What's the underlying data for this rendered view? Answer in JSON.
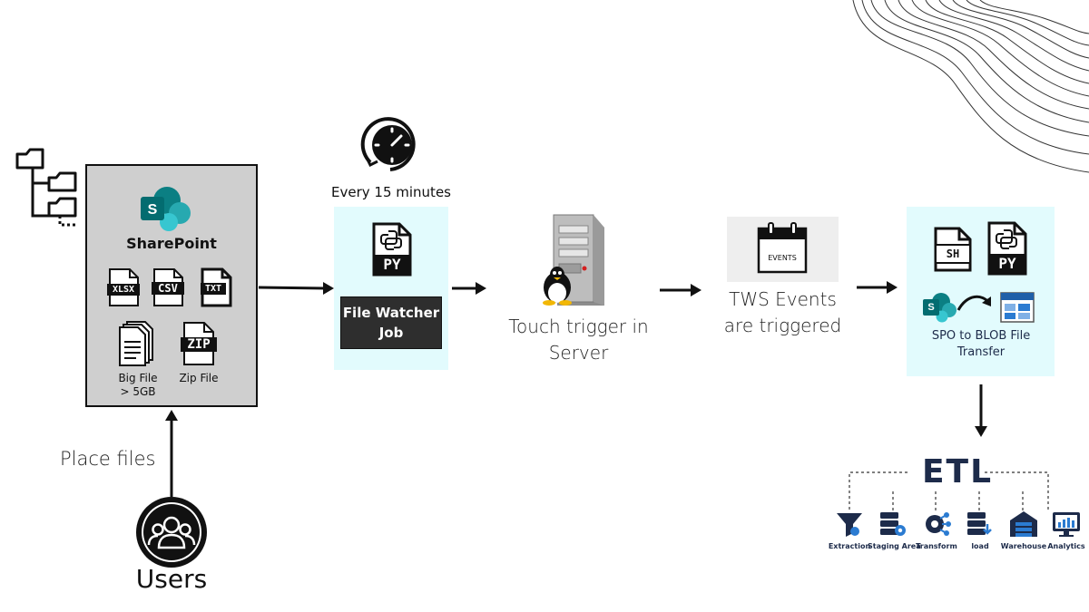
{
  "sharepoint": {
    "title": "SharePoint",
    "file_types": [
      "XLSX",
      "CSV",
      "TXT",
      "ZIP"
    ],
    "big_file_label": "Big File > 5GB",
    "zip_file_label": "Zip File"
  },
  "users": {
    "label": "Users",
    "action_label": "Place files"
  },
  "schedule": {
    "label": "Every 15 minutes"
  },
  "file_watcher": {
    "py_tag": "PY",
    "job_label": "File Watcher Job"
  },
  "server": {
    "label": "Touch trigger in Server"
  },
  "tws": {
    "calendar_text": "EVENTS",
    "label": "TWS Events are triggered"
  },
  "transfer": {
    "sh_tag": "SH",
    "py_tag": "PY",
    "sp_letter": "S",
    "label": "SPO to BLOB File Transfer"
  },
  "etl": {
    "title": "ETL",
    "steps": [
      "Extraction",
      "Staging Area",
      "Transform",
      "load",
      "Warehouse",
      "Analytics"
    ]
  },
  "colors": {
    "sharepoint_teal": "#0b7f83",
    "panel_gray": "#cfcfcf",
    "panel_cyan": "#e2fbfd",
    "etl_navy": "#1d2b4a",
    "etl_blue": "#2b7bd1"
  }
}
